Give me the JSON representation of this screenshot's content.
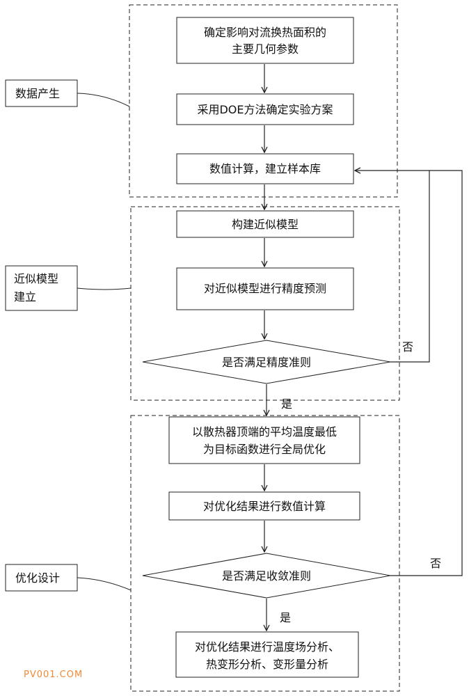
{
  "colors": {
    "stroke": "#222222",
    "text": "#111111",
    "watermark": "#f28a35"
  },
  "phase_labels": {
    "data_generation": "数据产生",
    "surrogate_model": [
      "近似模型",
      "建立"
    ],
    "optimization": "优化设计"
  },
  "steps": {
    "s1": [
      "确定影响对流换热面积的",
      "主要几何参数"
    ],
    "s2": "采用DOE方法确定实验方案",
    "s3": "数值计算，建立样本库",
    "s4": "构建近似模型",
    "s5": "对近似模型进行精度预测",
    "s6": [
      "以散热器顶端的平均温度最低",
      "为目标函数进行全局优化"
    ],
    "s7": "对优化结果进行数值计算",
    "s8": [
      "对优化结果进行温度场分析、",
      "热变形分析、变形量分析"
    ]
  },
  "decisions": {
    "d1": "是否满足精度准则",
    "d2": "是否满足收敛准则"
  },
  "edge_labels": {
    "d1_no": "否",
    "d1_yes": "是",
    "d2_no": "否",
    "d2_yes": "是"
  },
  "watermark": "PV001.COM"
}
